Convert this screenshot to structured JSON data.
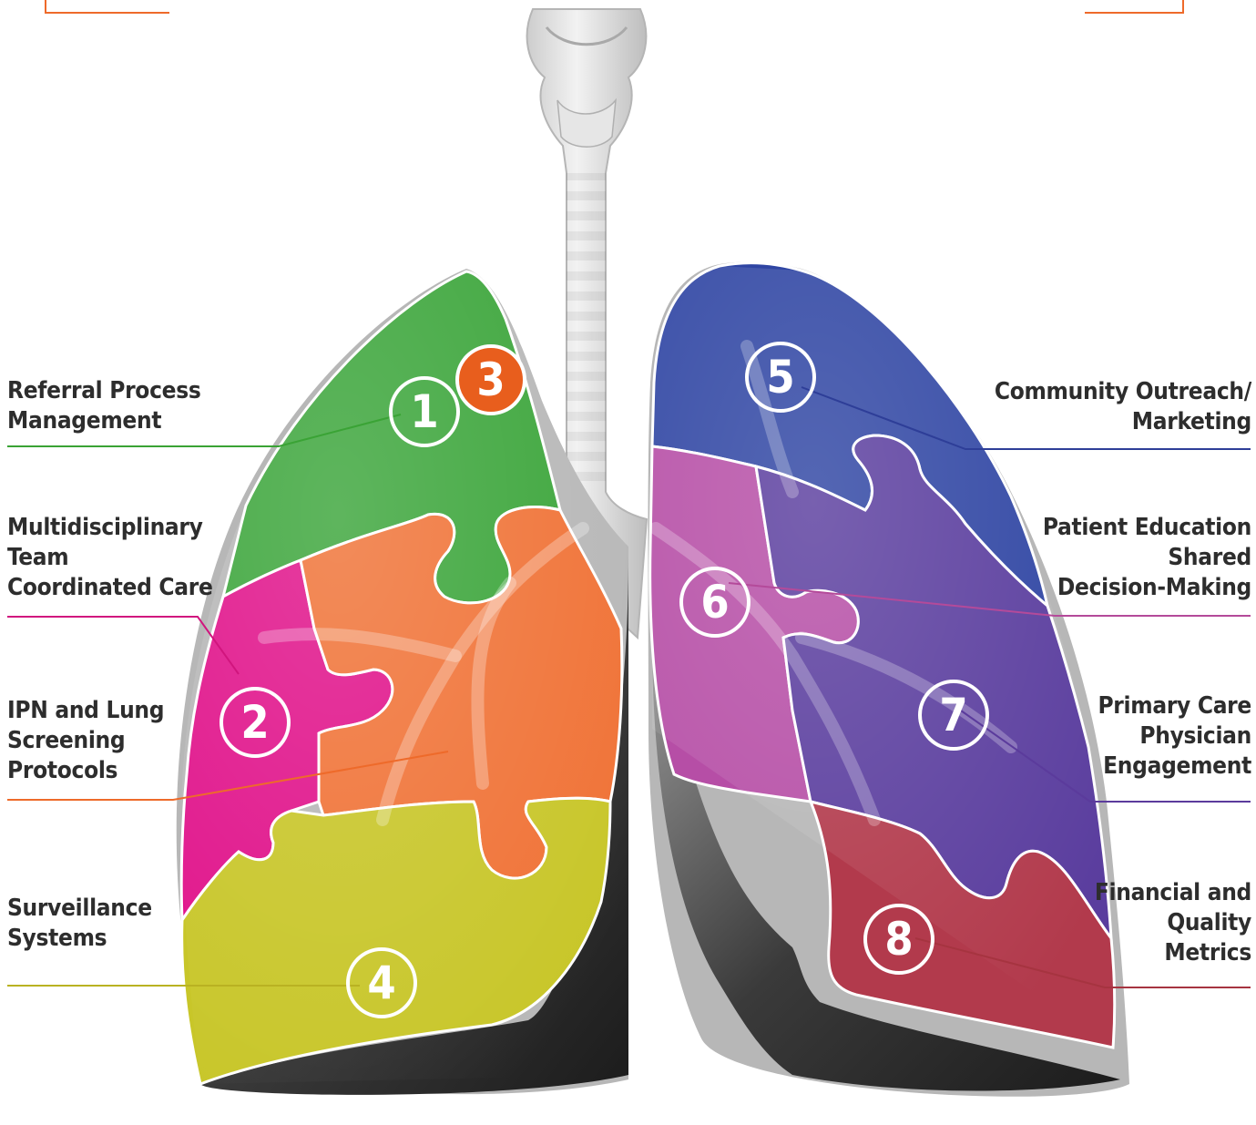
{
  "labels": {
    "l1": {
      "lines": [
        "Referral Process",
        "Management"
      ],
      "color": "#3aa335"
    },
    "l2": {
      "lines": [
        "Multidisciplinary",
        "Team",
        "Coordinated Care"
      ],
      "color": "#d1157e"
    },
    "l3": {
      "lines": [
        "IPN and Lung",
        "Screening",
        "Protocols"
      ],
      "color": "#ee6a2a"
    },
    "l4": {
      "lines": [
        "Surveillance",
        "Systems"
      ],
      "color": "#b9b222"
    },
    "l5": {
      "lines": [
        "Community Outreach/",
        "Marketing"
      ],
      "color": "#2e3e98"
    },
    "l6": {
      "lines": [
        "Patient Education",
        "Shared",
        "Decision-Making"
      ],
      "color": "#b44a9a"
    },
    "l7": {
      "lines": [
        "Primary Care",
        "Physician",
        "Engagement"
      ],
      "color": "#5b3b9c"
    },
    "l8": {
      "lines": [
        "Financial and",
        "Quality",
        "Metrics"
      ],
      "color": "#a63440"
    }
  },
  "pieces": {
    "p1": {
      "number": "1",
      "color": "#3ba53a"
    },
    "p2": {
      "number": "2",
      "color": "#e0128a"
    },
    "p3": {
      "number": "3",
      "color": "#f07236"
    },
    "p4": {
      "number": "4",
      "color": "#c8c629"
    },
    "p5": {
      "number": "5",
      "color": "#2f45a3"
    },
    "p6": {
      "number": "6",
      "color": "#b64ea6"
    },
    "p7": {
      "number": "7",
      "color": "#5a3d9e"
    },
    "p8": {
      "number": "8",
      "color": "#b23a4c"
    }
  }
}
